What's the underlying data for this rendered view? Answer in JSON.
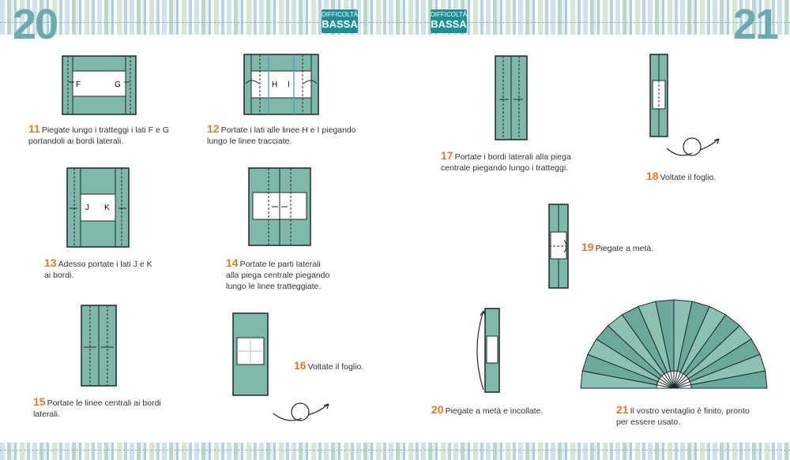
{
  "header": {
    "left_page_number": "20",
    "right_page_number": "21",
    "difficulty_top": "DIFFICOLTÀ",
    "difficulty_level": "BASSA"
  },
  "steps": [
    {
      "number": "11",
      "text_line1": "Piegate lungo i tratteggi i lati F e G",
      "text_line2": "portandoli ai bordi laterali."
    },
    {
      "number": "12",
      "text_line1": "Portate i lati alle linee H e I piegando",
      "text_line2": "lungo le linee tracciate."
    },
    {
      "number": "13",
      "text_line1": "Adesso portate i lati J e K",
      "text_line2": "ai bordi."
    },
    {
      "number": "14",
      "text_line1": "Portate le parti laterali",
      "text_line2": "alla piega centrale piegando",
      "text_line3": "lungo le linee tratteggiate."
    },
    {
      "number": "15",
      "text_line1": "Portate le linee centrali ai bordi",
      "text_line2": "laterali."
    },
    {
      "number": "16",
      "text_line1": "Voltate il foglio."
    },
    {
      "number": "17",
      "text_line1": "Portate i bordi laterali alla piega",
      "text_line2": "centrale piegando lungo i tratteggi."
    },
    {
      "number": "18",
      "text_line1": "Voltate il foglio."
    },
    {
      "number": "19",
      "text_line1": "Piegate a metà."
    },
    {
      "number": "20",
      "text_line1": "Piegate a metà e incollate."
    },
    {
      "number": "21",
      "text_line1": "Il vostro ventaglio è finito, pronto",
      "text_line2": "per essere usato."
    }
  ],
  "figure_labels": {
    "f": "F",
    "g": "G",
    "h": "H",
    "i": "I",
    "j": "J",
    "k": "K"
  },
  "colors": {
    "paper": "#7fb8ab",
    "outline": "#1a2a2a",
    "accent_number": "#e27a2b",
    "page_number": "#6aaab0",
    "badge": "#1f8f96",
    "guide_line": "#3aa0c8"
  },
  "icons": {
    "turn_over": "turn-over-arrow-icon",
    "fold_arrow": "fold-arrow-icon"
  }
}
